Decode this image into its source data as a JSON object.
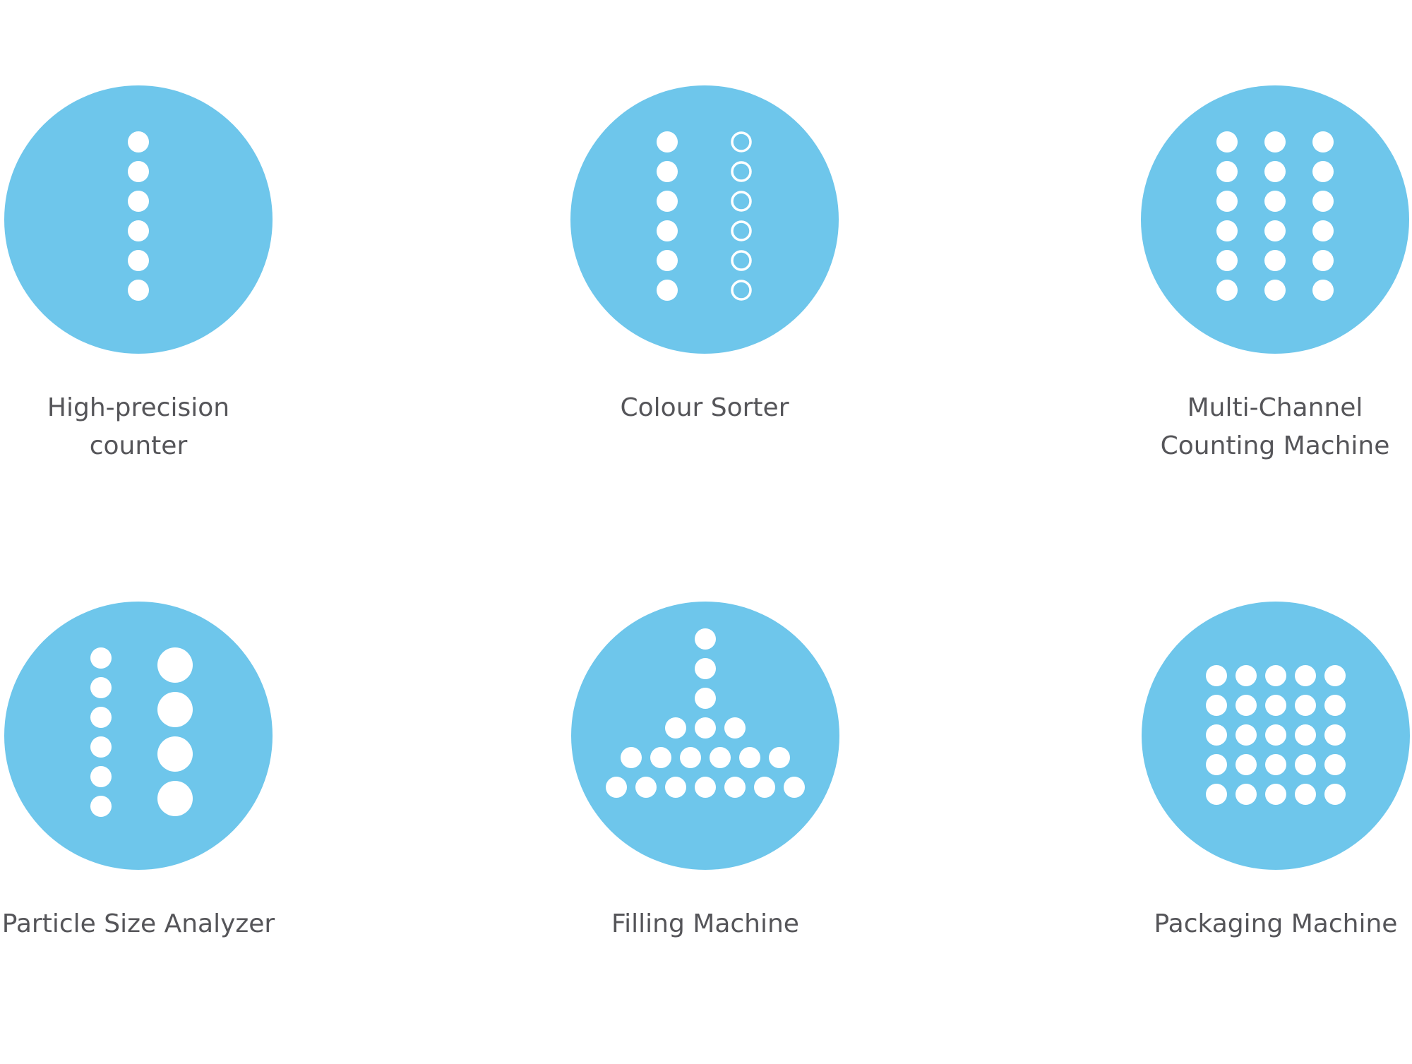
{
  "brand_color": "#6ec6eb",
  "dot_color": "#ffffff",
  "text_color": "#555559",
  "items": [
    {
      "icon": "single-column-dots-icon",
      "label": "High-precision\ncounter"
    },
    {
      "icon": "solid-and-hollow-columns-icon",
      "label": "Colour Sorter"
    },
    {
      "icon": "three-column-dots-icon",
      "label": "Multi-Channel\nCounting Machine"
    },
    {
      "icon": "small-and-large-dots-icon",
      "label": "Particle Size Analyzer"
    },
    {
      "icon": "funnel-dots-icon",
      "label": "Filling Machine"
    },
    {
      "icon": "dot-grid-icon",
      "label": "Packaging Machine"
    }
  ]
}
